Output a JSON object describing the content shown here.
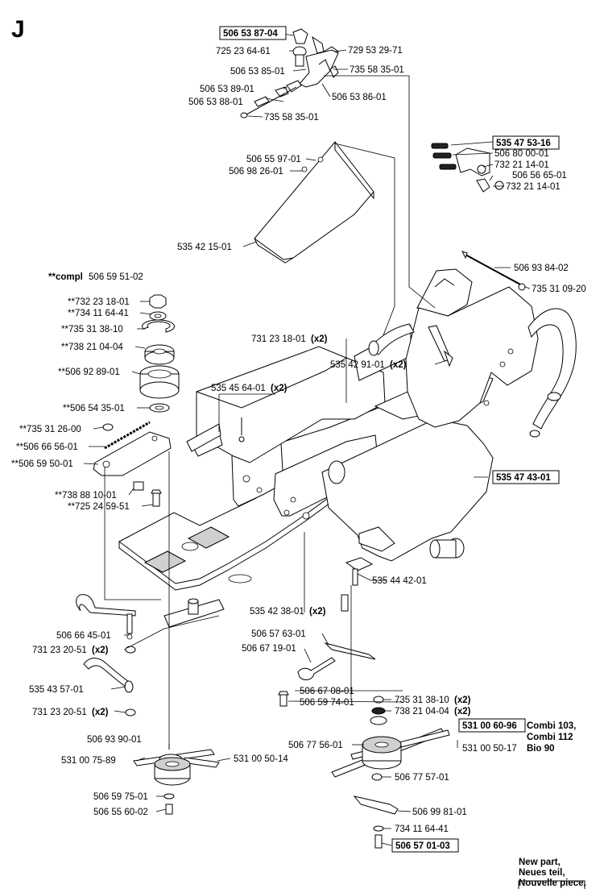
{
  "section_letter": "J",
  "legend": {
    "line1": "New part,",
    "line2": "Neues teil,",
    "line3": "Nouvelle piece,"
  },
  "labels": {
    "p5065387_04": "506 53 87-04",
    "p7252364_61": "725 23 64-61",
    "p7295329_71": "729 53 29-71",
    "p5065385_01": "506 53 85-01",
    "p7355835_01a": "735 58 35-01",
    "p5065389_01": "506 53 89-01",
    "p5065388_01": "506 53 88-01",
    "p5065386_01": "506 53 86-01",
    "p7355835_01b": "735 58 35-01",
    "p5065597_01": "506 55 97-01",
    "p5069826_01": "506 98 26-01",
    "p5354753_16": "535 47 53-16",
    "p5068000_01": "506 80 00-01",
    "p7322114_01a": "732 21 14-01",
    "p5065665_01": "506 56 65-01",
    "p7322114_01b": "732 21 14-01",
    "p5354215_01": "535 42 15-01",
    "p5069384_02": "506 93 84-02",
    "p7353109_20": "735 31 09-20",
    "compl_prefix": "**compl",
    "compl_value": "506 59 51-02",
    "p732231801": "**732 23 18-01",
    "p734116441": "**734 11 64-41",
    "p735313810": "**735 31 38-10",
    "p738210404": "**738 21 04-04",
    "p506928901": "**506 92 89-01",
    "p506543501": "**506 54 35-01",
    "p735312600": "**735 31 26-00",
    "p506665601": "**506 66 56-01",
    "p506595001": "**506 59 50-01",
    "p738881001": "**738 88 10-01",
    "p725245951": "**725 24 59-51",
    "p7312318_01": "731 23 18-01",
    "p5354291_01": "535 42 91-01",
    "p5354564_01": "535 45 64-01",
    "p5354743_01": "535 47 43-01",
    "p5354442_01": "535 44 42-01",
    "p5354238_01": "535 42 38-01",
    "p5066645_01": "506 66 45-01",
    "p7312320_51a": "731 23 20-51",
    "p5065763_01": "506 57 63-01",
    "p5066719_01": "506 67 19-01",
    "p5354357_01": "535 43 57-01",
    "p5066708_01": "506 67 08-01",
    "p5065974_01": "506 59 74-01",
    "p7312320_51b": "731 23 20-51",
    "p7353138_10": "735 31 38-10",
    "p7382104_04": "738 21 04-04",
    "p5310060_96": "531 00 60-96",
    "combi103": "Combi 103,",
    "combi112": "Combi 112",
    "p5067756_01": "506 77 56-01",
    "p5310050_17": "531 00 50-17",
    "bio90": "Bio 90",
    "p5069390_01": "506 93 90-01",
    "p5310075_89": "531 00 75-89",
    "p5310050_14": "531 00 50-14",
    "p5067757_01": "506 77 57-01",
    "p5065975_01": "506 59 75-01",
    "p5069981_01": "506 99 81-01",
    "p5065560_02": "506 55 60-02",
    "p7341164_41": "734 11 64-41",
    "p5065701_03": "506 57 01-03",
    "x2": "(x2)"
  }
}
